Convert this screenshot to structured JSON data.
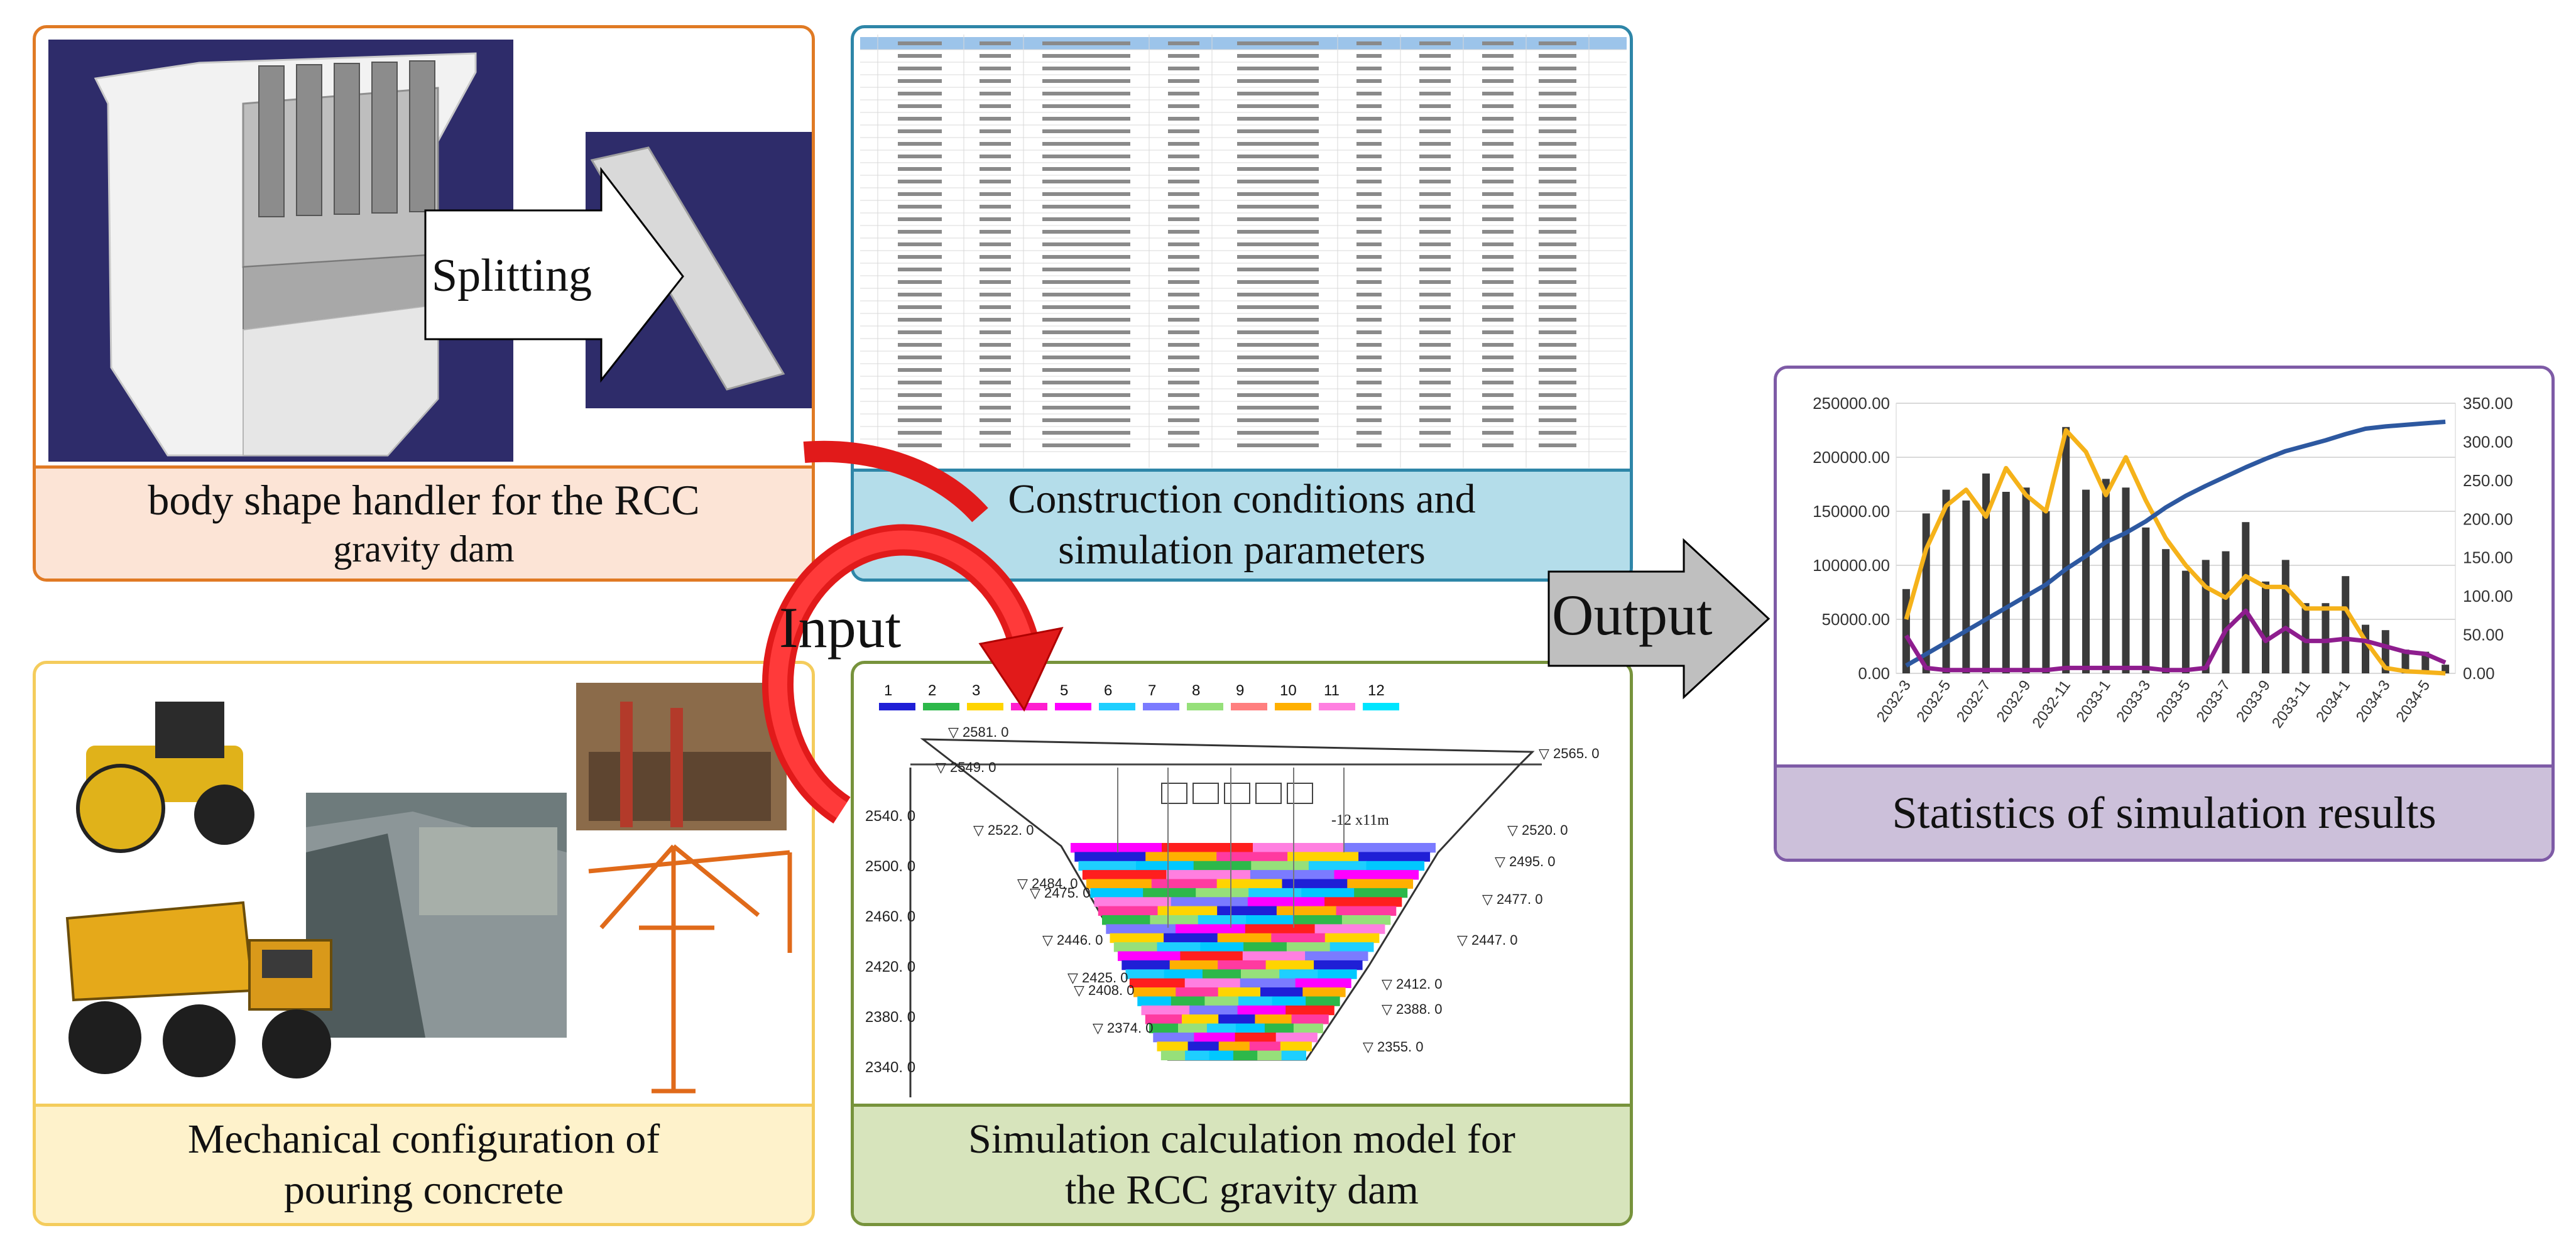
{
  "panels": {
    "body_shape": {
      "caption_line1": "body shape handler for the RCC",
      "caption_line2": "gravity dam",
      "splitting_label": "Splitting"
    },
    "conditions": {
      "caption_line1": "Construction conditions and",
      "caption_line2": "simulation parameters"
    },
    "machines": {
      "caption_line1": "Mechanical configuration of",
      "caption_line2": "pouring concrete"
    },
    "model": {
      "caption_line1": "Simulation calculation model for",
      "caption_line2": "the RCC gravity dam",
      "legend_numbers": [
        "1",
        "2",
        "3",
        "4",
        "5",
        "6",
        "7",
        "8",
        "9",
        "10",
        "11",
        "12"
      ],
      "y_ticks": [
        "2540. 0",
        "2500. 0",
        "2460. 0",
        "2420. 0",
        "2380. 0",
        "2340. 0"
      ],
      "elevations": [
        "2565. 0",
        "2549. 0",
        "2522. 0",
        "2520. 0",
        "2495. 0",
        "2484. 0",
        "2477. 0",
        "2475. 0",
        "2447. 0",
        "2446. 0",
        "2425. 0",
        "2412. 0",
        "2408. 0",
        "2388. 0",
        "2374. 0",
        "2355. 0",
        "2581. 0"
      ],
      "annotation": "-12 x11m"
    },
    "results": {
      "caption": "Statistics of simulation results"
    }
  },
  "arrows": {
    "input_label": "Input",
    "output_label": "Output"
  },
  "colors": {
    "orange_border": "#E07A24",
    "blue_border": "#2E86A8",
    "yellow_border": "#F4CC5C",
    "green_border": "#77933C",
    "purple_border": "#7E5BA6",
    "orange_fill": "#FCE4D6",
    "blue_fill": "#B4DDEA",
    "yellow_fill": "#FEF2CB",
    "green_fill": "#D7E4BC",
    "purple_fill": "#CCC0DA",
    "cycle_arrow": "#E11A1A",
    "grey_arrow": "#BFBFBF"
  },
  "chart_data": {
    "type": "bar",
    "categories": [
      "2032-3",
      "2032-4",
      "2032-5",
      "2032-6",
      "2032-7",
      "2032-8",
      "2032-9",
      "2032-10",
      "2032-11",
      "2032-12",
      "2033-1",
      "2033-2",
      "2033-3",
      "2033-4",
      "2033-5",
      "2033-6",
      "2033-7",
      "2033-8",
      "2033-9",
      "2033-10",
      "2033-11",
      "2033-12",
      "2034-1",
      "2034-2",
      "2034-3",
      "2034-4",
      "2034-5",
      "2034-6"
    ],
    "tick_labels": [
      "2032-3",
      "2032-5",
      "2032-7",
      "2032-9",
      "2032-11",
      "2033-1",
      "2033-3",
      "2033-5",
      "2033-7",
      "2033-9",
      "2033-11",
      "2034-1",
      "2034-3",
      "2034-5"
    ],
    "y_left_ticks": [
      "0.00",
      "50000.00",
      "100000.00",
      "150000.00",
      "200000.00",
      "250000.00"
    ],
    "y_right_ticks": [
      "0.00",
      "50.00",
      "100.00",
      "150.00",
      "200.00",
      "250.00",
      "300.00",
      "350.00"
    ],
    "ylim_left": [
      0,
      250000
    ],
    "ylim_right": [
      0,
      350
    ],
    "grid": true,
    "series": [
      {
        "type": "bar",
        "axis": "left",
        "color": "#3A3A3A",
        "values": [
          78000,
          148000,
          170000,
          160000,
          185000,
          168000,
          172000,
          150000,
          228000,
          170000,
          180000,
          172000,
          135000,
          115000,
          95000,
          105000,
          113000,
          140000,
          85000,
          105000,
          65000,
          65000,
          90000,
          45000,
          40000,
          22000,
          20000,
          8000
        ]
      },
      {
        "type": "line",
        "axis": "left",
        "color": "#F5B21A",
        "values": [
          50000,
          115000,
          155000,
          170000,
          145000,
          190000,
          165000,
          150000,
          225000,
          205000,
          165000,
          200000,
          160000,
          125000,
          100000,
          80000,
          70000,
          90000,
          80000,
          80000,
          60000,
          60000,
          60000,
          30000,
          5000,
          2000,
          1000,
          0
        ]
      },
      {
        "type": "line",
        "axis": "right",
        "color": "#2D58A0",
        "values": [
          10,
          25,
          40,
          55,
          70,
          85,
          100,
          115,
          135,
          152,
          170,
          182,
          197,
          215,
          230,
          243,
          255,
          267,
          278,
          288,
          295,
          302,
          310,
          317,
          320,
          322,
          324,
          326
        ]
      },
      {
        "type": "line",
        "axis": "left",
        "color": "#8E1D8E",
        "values": [
          35000,
          5000,
          3000,
          3000,
          3000,
          3000,
          3000,
          3000,
          5000,
          5000,
          5000,
          5000,
          5000,
          3000,
          3000,
          5000,
          40000,
          58000,
          30000,
          42000,
          30000,
          30000,
          32000,
          30000,
          25000,
          20000,
          18000,
          10000
        ]
      }
    ]
  }
}
